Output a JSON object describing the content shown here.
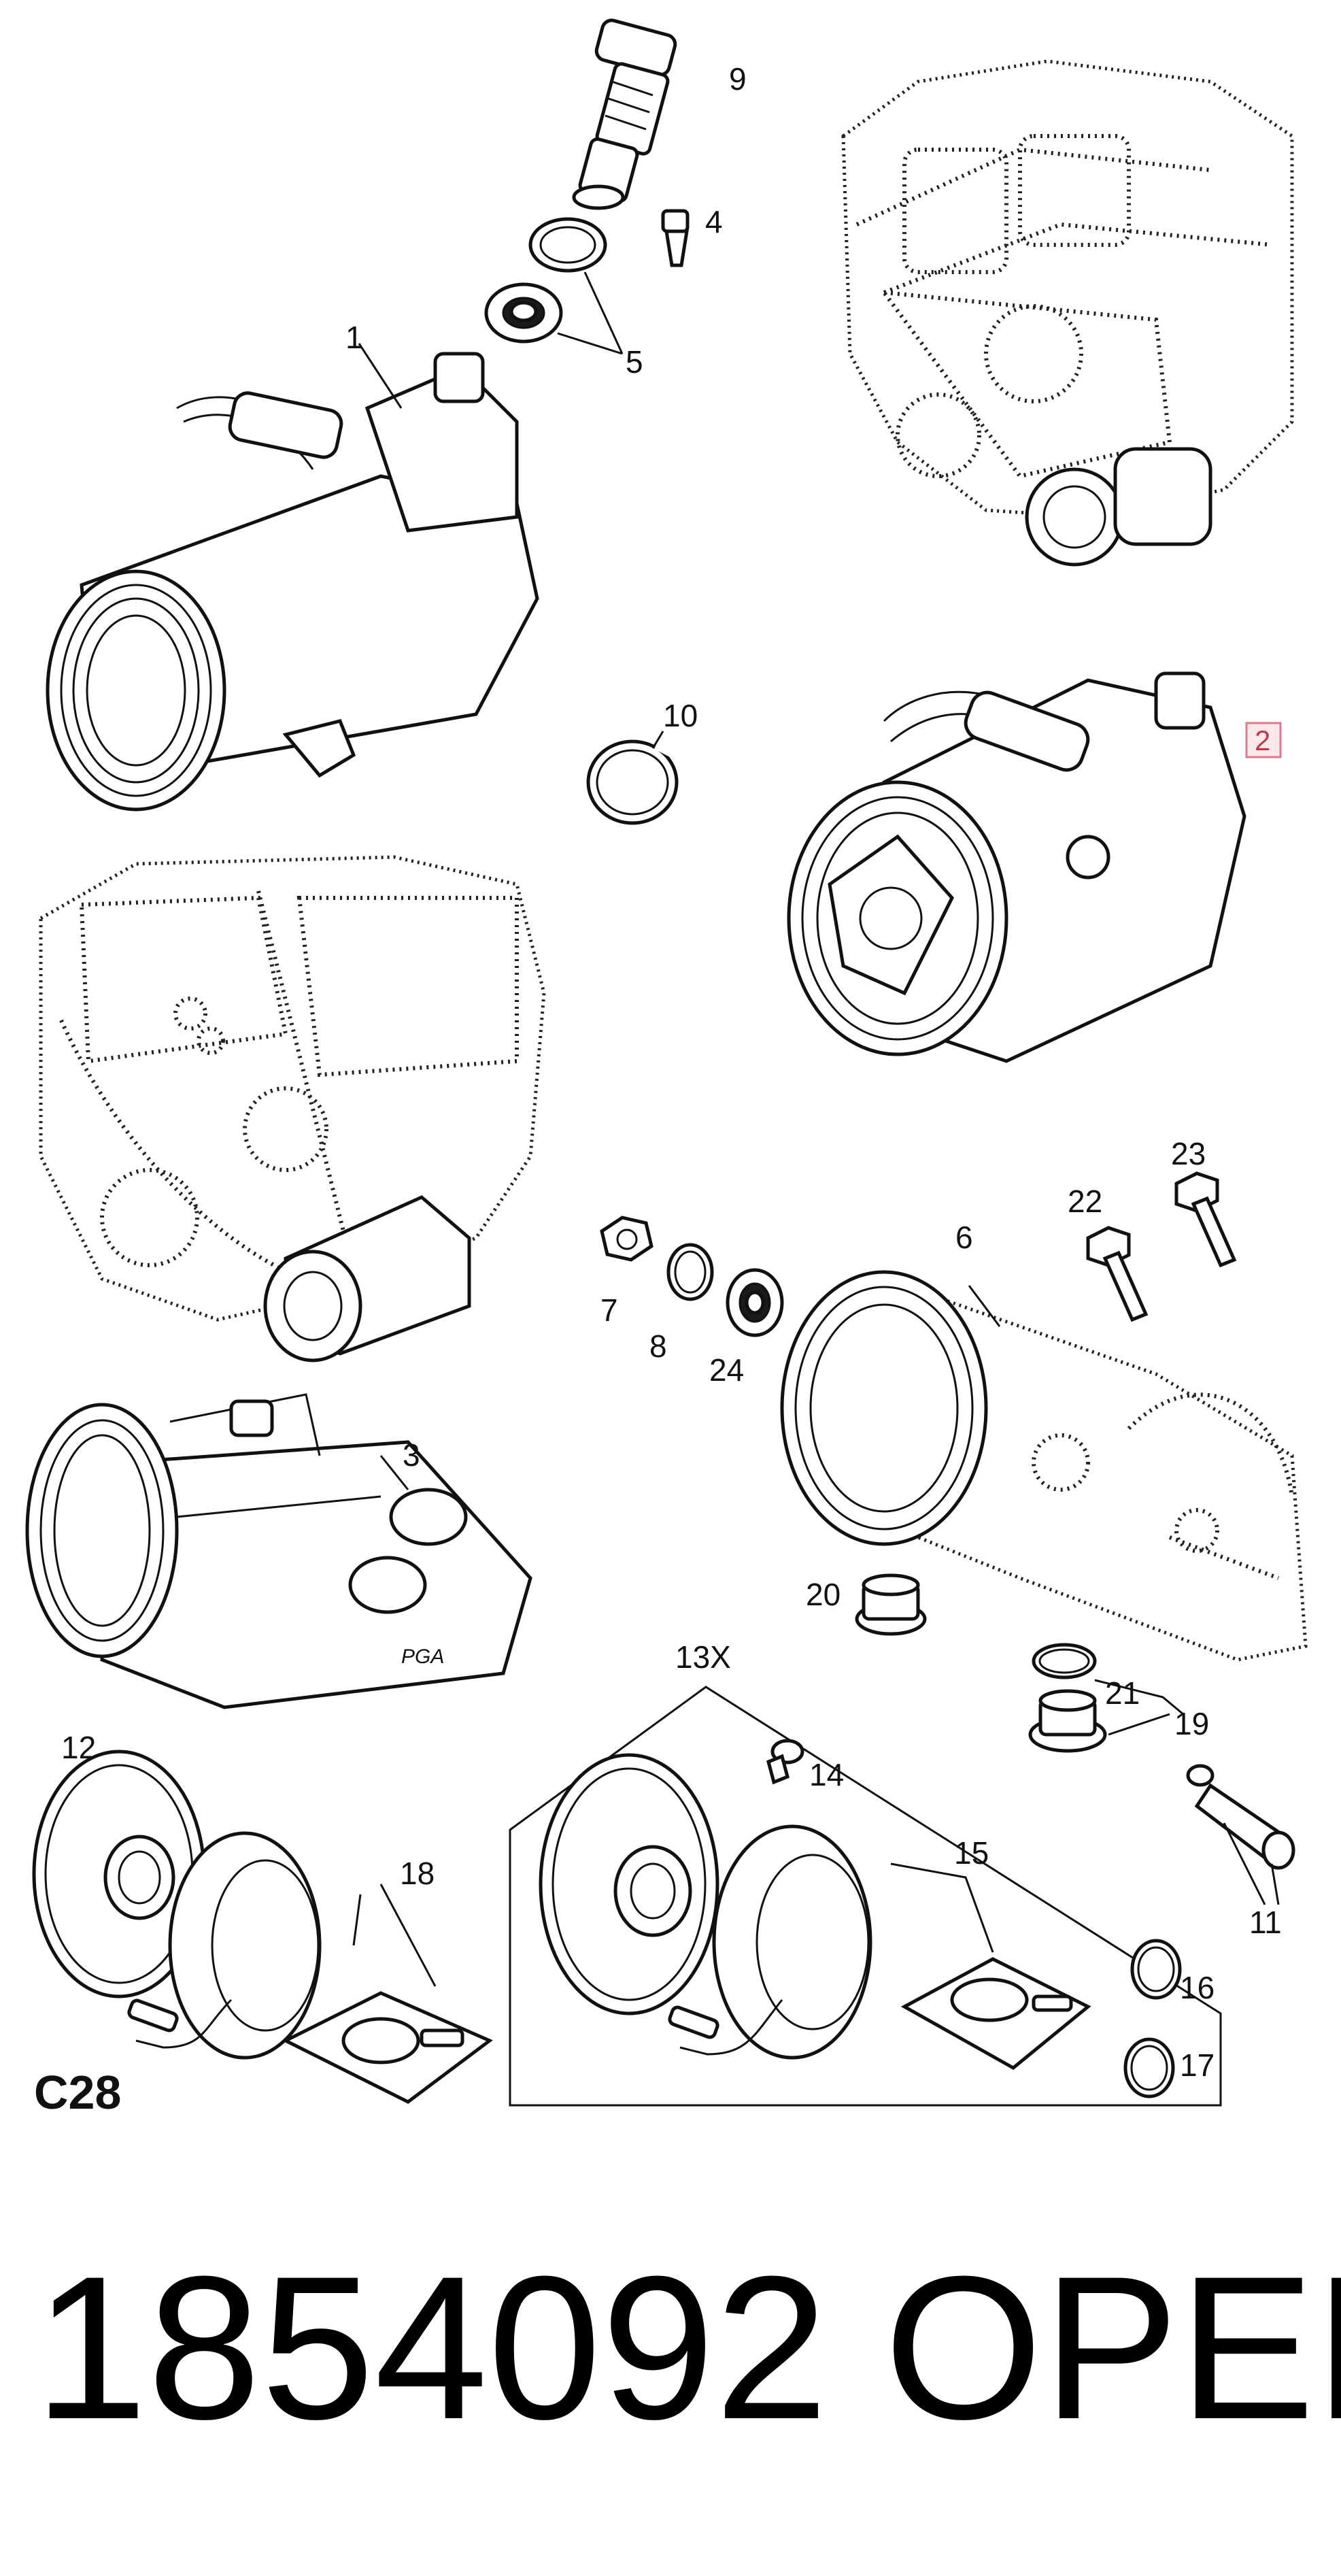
{
  "callouts": {
    "c1": "1",
    "c2": "2",
    "c3": "3",
    "c4": "4",
    "c5": "5",
    "c6": "6",
    "c7": "7",
    "c8": "8",
    "c9": "9",
    "c10": "10",
    "c11": "11",
    "c12": "12",
    "c13x": "13X",
    "c14": "14",
    "c15": "15",
    "c16": "16",
    "c17": "17",
    "c18": "18",
    "c19": "19",
    "c20": "20",
    "c21": "21",
    "c22": "22",
    "c23": "23",
    "c24": "24"
  },
  "section_code": "C28",
  "part_number": "1854092",
  "brand": "OPEL",
  "compressor_marking": "PGA",
  "colors": {
    "highlight": "#e07a8a",
    "highlight_fill": "#fde9ec",
    "ink": "#111111"
  }
}
